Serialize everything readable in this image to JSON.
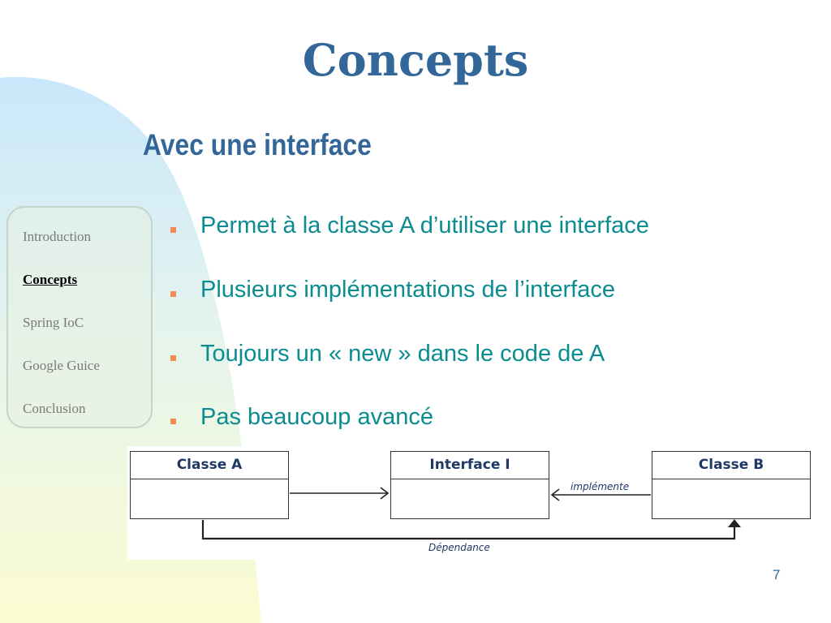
{
  "slide": {
    "title": "Concepts",
    "subtitle": "Avec une interface",
    "page_number": "7"
  },
  "nav": {
    "items": [
      {
        "label": "Introduction",
        "active": false
      },
      {
        "label": "Concepts",
        "active": true
      },
      {
        "label": "Spring IoC",
        "active": false
      },
      {
        "label": "Google Guice",
        "active": false
      },
      {
        "label": "Conclusion",
        "active": false
      }
    ]
  },
  "bullets": [
    "Permet à la classe A d’utiliser une interface",
    "Plusieurs implémentations de l’interface",
    "Toujours un « new » dans le code de A",
    "Pas beaucoup avancé"
  ],
  "diagram": {
    "class_a": "Classe A",
    "interface_i": "Interface I",
    "class_b": "Classe B",
    "implements_label": "implémente",
    "dependency_label": "Dépendance"
  },
  "colors": {
    "title": "#336699",
    "bullet_text": "#0a8c90",
    "bullet_marker": "#f28c50",
    "active_nav": "#000000",
    "inactive_nav": "#7a7a7a"
  }
}
